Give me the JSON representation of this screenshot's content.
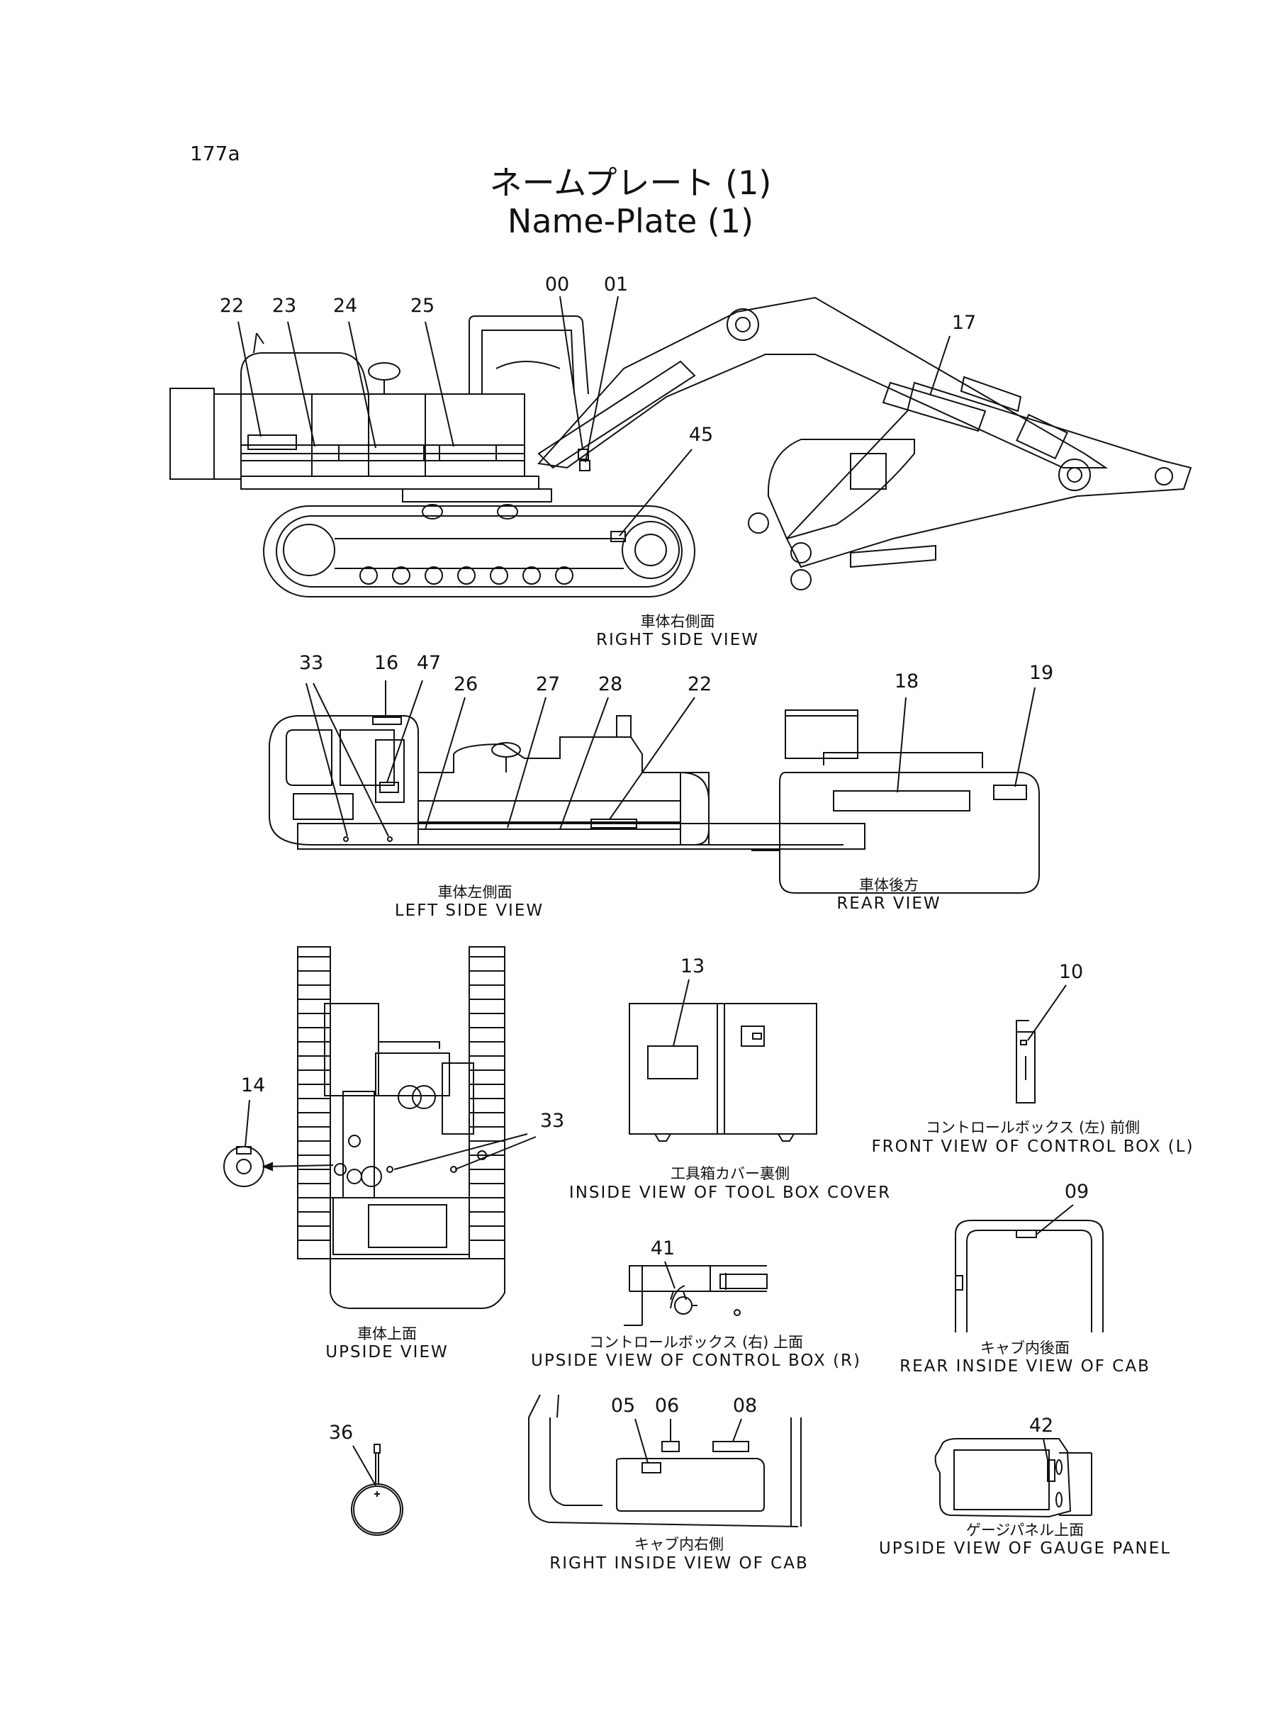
{
  "page_number": "177a",
  "title_jp": "ネームプレート (1)",
  "title_en": "Name-Plate (1)",
  "views": [
    {
      "caption_jp": "車体右側面",
      "caption_en": "RIGHT SIDE VIEW",
      "callouts": [
        "22",
        "23",
        "24",
        "25",
        "00",
        "01",
        "17",
        "45"
      ]
    },
    {
      "caption_jp": "車体左側面",
      "caption_en": "LEFT SIDE VIEW",
      "callouts": [
        "33",
        "16",
        "47",
        "26",
        "27",
        "28",
        "22"
      ]
    },
    {
      "caption_jp": "車体後方",
      "caption_en": "REAR VIEW",
      "callouts": [
        "18",
        "19"
      ]
    },
    {
      "caption_jp": "車体上面",
      "caption_en": "UPSIDE VIEW",
      "callouts": [
        "14",
        "33"
      ]
    },
    {
      "caption_jp": "工具箱カバー裏側",
      "caption_en": "INSIDE VIEW OF TOOL BOX COVER",
      "callouts": [
        "13"
      ]
    },
    {
      "caption_jp": "コントロールボックス (左) 前側",
      "caption_en": "FRONT VIEW OF CONTROL BOX (L)",
      "callouts": [
        "10"
      ]
    },
    {
      "caption_jp": "コントロールボックス (右) 上面",
      "caption_en": "UPSIDE VIEW OF CONTROL BOX (R)",
      "callouts": [
        "41"
      ]
    },
    {
      "caption_jp": "キャブ内後面",
      "caption_en": "REAR INSIDE VIEW OF CAB",
      "callouts": [
        "09"
      ]
    },
    {
      "caption_jp": "",
      "caption_en": "",
      "callouts": [
        "36"
      ]
    },
    {
      "caption_jp": "キャブ内右側",
      "caption_en": "RIGHT INSIDE VIEW OF CAB",
      "callouts": [
        "05",
        "06",
        "08"
      ]
    },
    {
      "caption_jp": "ゲージパネル上面",
      "caption_en": "UPSIDE VIEW OF GAUGE PANEL",
      "callouts": [
        "42"
      ]
    }
  ]
}
